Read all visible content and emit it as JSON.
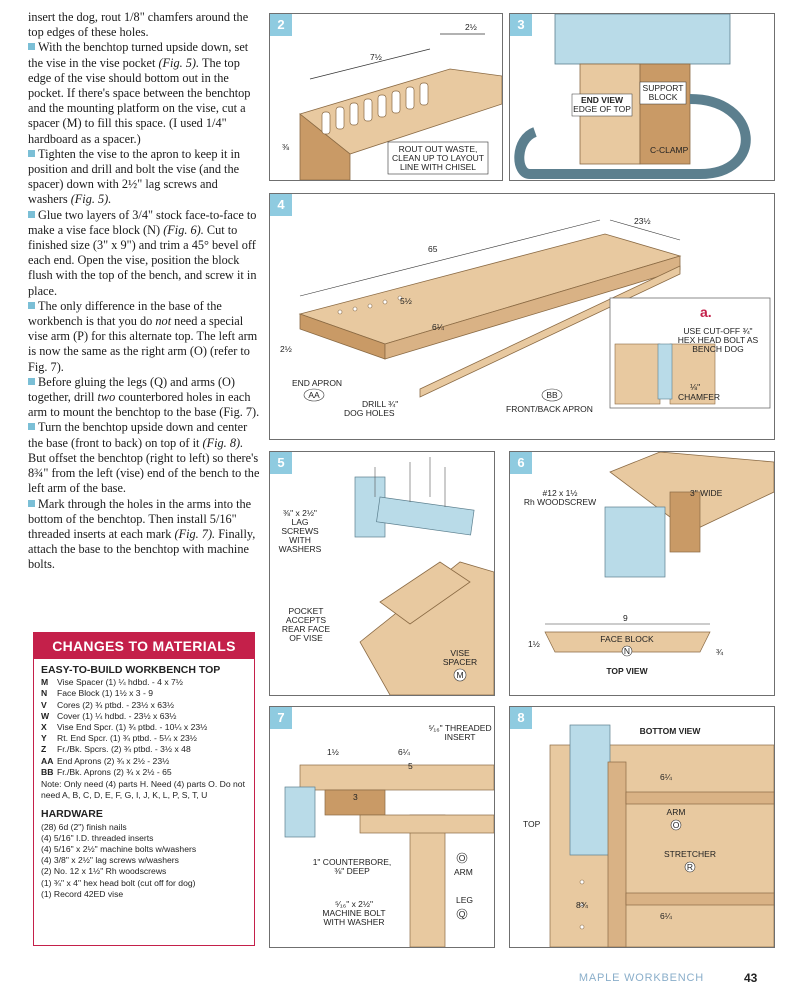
{
  "body_text": [
    {
      "bullet": false,
      "text": "insert the dog, rout ",
      "frac": "1/8",
      "rest": "\" chamfers around the top edges of these holes."
    },
    {
      "bullet": true,
      "text": "With the benchtop turned upside down, set the vise in the vise pocket ",
      "ref": "(Fig. 5).",
      "rest": " The top edge of the vise should bottom out in the pocket. If there's space between the benchtop and the mounting platform on the vise, cut a spacer (M) to fill this space. (I used 1/4\" hardboard as a spacer.)"
    },
    {
      "bullet": true,
      "text": "Tighten the vise to the apron to keep it in position and drill and bolt the vise (and the spacer) down with 2½\" lag screws and washers ",
      "ref": "(Fig. 5).",
      "rest": ""
    },
    {
      "bullet": true,
      "text": "Glue two layers of 3/4\" stock face-to-face to make a vise face block (N) ",
      "ref": "(Fig. 6).",
      "rest": " Cut to finished size (3\" x 9\") and trim a 45° bevel off each end. Open the vise, position the block flush with the top of the bench, and screw it in place."
    },
    {
      "bullet": true,
      "text": "The only difference in the base of the workbench is that you do ",
      "ref": "not",
      "rest": " need a special vise arm (P) for this alternate top. The left arm is now the same as the right arm (O) (refer to Fig. 7)."
    },
    {
      "bullet": true,
      "text": "Before gluing the legs (Q) and arms (O) together, drill ",
      "ref": "two",
      "rest": " counterbored holes in each arm to mount the benchtop to the base (Fig. 7)."
    },
    {
      "bullet": true,
      "text": "Turn the benchtop upside down and center the base (front to back) on top of it ",
      "ref": "(Fig. 8).",
      "rest": " But offset the benchtop (right to left) so there's 8¾\" from the left (vise) end of the bench to the left arm of the base."
    },
    {
      "bullet": true,
      "text": "Mark through the holes in the arms into the bottom of the benchtop. Then install 5/16\" threaded inserts at each mark ",
      "ref": "(Fig. 7).",
      "rest": " Finally, attach the base to the benchtop with machine bolts."
    }
  ],
  "materials": {
    "banner": "CHANGES TO MATERIALS",
    "heading": "EASY-TO-BUILD WORKBENCH TOP",
    "parts": [
      {
        "code": "M",
        "text": "Vise Spacer (1)      ¼ hdbd. - 4 x 7½"
      },
      {
        "code": "N",
        "text": "Face Block (1)        1½ x 3 - 9"
      },
      {
        "code": "V",
        "text": "Cores (2)          ¾ ptbd. - 23½ x 63½"
      },
      {
        "code": "W",
        "text": "Cover (1)           ¼ hdbd. - 23½ x 63½"
      },
      {
        "code": "X",
        "text": "Vise End Spcr. (1) ¾ ptbd. - 10¼ x 23½"
      },
      {
        "code": "Y",
        "text": "Rt. End Spcr. (1)  ¾ ptbd. - 5¼ x 23½"
      },
      {
        "code": "Z",
        "text": "Fr./Bk. Spcrs. (2)  ¾ ptbd. - 3½ x 48"
      },
      {
        "code": "AA",
        "text": "End Aprons (2)    ¾ x 2½ - 23½"
      },
      {
        "code": "BB",
        "text": "Fr./Bk. Aprons (2) ¾ x 2½ - 65"
      }
    ],
    "note": "Note: Only need (4) parts H. Need (4) parts O. Do not need A, B, C, D, E, F, G, I, J, K, L, P, S, T, U",
    "hardware_heading": "HARDWARE",
    "hardware": [
      "(28) 6d (2\") finish nails",
      "(4) 5/16\" I.D. threaded inserts",
      "(4) 5/16\" x 2½\" machine bolts w/washers",
      "(4) 3/8\" x 2½\" lag screws w/washers",
      "(2) No. 12 x 1½\" Rh woodscrews",
      "(1) ¾\" x 4\" hex head bolt (cut off for dog)",
      "(1) Record 42ED vise"
    ]
  },
  "figures": {
    "fig2": {
      "num": "2",
      "dim_top": "2½",
      "dim_long": "7½",
      "dim_side": "⅜",
      "callout": [
        "ROUT OUT WASTE,",
        "CLEAN UP TO LAYOUT",
        "LINE WITH CHISEL"
      ]
    },
    "fig3": {
      "num": "3",
      "end_view": [
        "END VIEW",
        "EDGE OF TOP"
      ],
      "support": [
        "SUPPORT",
        "BLOCK"
      ],
      "clamp": "C-CLAMP"
    },
    "fig4": {
      "num": "4",
      "dim_65": "65",
      "dim_23": "23½",
      "dim_5": "5½",
      "dim_6": "6¼",
      "dim_2": "2½",
      "end_apron": "END APRON",
      "aa": "AA",
      "drill": [
        "DRILL ¾\"",
        "DOG HOLES"
      ],
      "bb": "BB",
      "front_apron": "FRONT/BACK APRON",
      "detail_letter": "a.",
      "detail_text": [
        "USE CUT-OFF ¾\"",
        "HEX HEAD BOLT AS",
        "BENCH DOG"
      ],
      "chamfer": [
        "⅛\"",
        "CHAMFER"
      ]
    },
    "fig5": {
      "num": "5",
      "lag": [
        "⅜\" x 2½\"",
        "LAG",
        "SCREWS",
        "WITH",
        "WASHERS"
      ],
      "pocket": [
        "POCKET",
        "ACCEPTS",
        "REAR FACE",
        "OF VISE"
      ],
      "spacer": [
        "VISE",
        "SPACER"
      ],
      "m": "M"
    },
    "fig6": {
      "num": "6",
      "screw": [
        "#12 x 1½",
        "Rh WOODSCREW"
      ],
      "wide": "3\" WIDE",
      "dim_9": "9",
      "face_block": "FACE BLOCK",
      "n": "N",
      "dim_1": "1½",
      "dim_3": "¾",
      "top_view": "TOP VIEW"
    },
    "fig7": {
      "num": "7",
      "insert": [
        "⁵⁄₁₆\" THREADED",
        "INSERT"
      ],
      "dim_1": "1½",
      "dim_6": "6¼",
      "dim_5": "5",
      "dim_3": "3",
      "counterbore": [
        "1\" COUNTERBORE,",
        "⅜\" DEEP"
      ],
      "o": "O",
      "arm": "ARM",
      "bolt": [
        "⁵⁄₁₆\" x 2½\"",
        "MACHINE BOLT",
        "WITH WASHER"
      ],
      "leg": "LEG",
      "q": "Q"
    },
    "fig8": {
      "num": "8",
      "bottom_view": "BOTTOM VIEW",
      "top": "TOP",
      "dim_6a": "6¼",
      "arm": "ARM",
      "o": "O",
      "stretcher": "STRETCHER",
      "r": "R",
      "dim_8": "8¾",
      "dim_6b": "6¼"
    }
  },
  "footer": {
    "title": "MAPLE WORKBENCH",
    "page": "43"
  },
  "colors": {
    "accent_blue": "#8fcbe0",
    "banner": "#c4204a",
    "wood": "#e8c9a0",
    "wood_dark": "#c99a66",
    "metal": "#b9dbe8"
  }
}
